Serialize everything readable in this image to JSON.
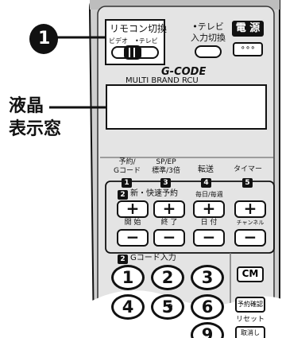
{
  "callout": {
    "number": "1",
    "lcd_label_line1": "液晶",
    "lcd_label_line2": "表示窓"
  },
  "remote": {
    "remocon_switch_label": "リモコン切換",
    "switch_left_label": "ビデオ",
    "switch_right_label": "•テレビ",
    "tv_input_label_line1": "•テレビ",
    "tv_input_label_line2": "入力切換",
    "power_label": "電 源",
    "small_button_dots": "∘∘∘",
    "brand_logo": "G-CODE",
    "brand_subtitle": "MULTI BRAND RCU",
    "func_labels": [
      {
        "line1": "予約/",
        "line2": "Gコード",
        "num": "1"
      },
      {
        "line1": "SP/EP",
        "line2": "標準/3倍",
        "num": "3"
      },
      {
        "line1": "転送",
        "line2": "",
        "num": "4"
      },
      {
        "line1": "タイマー",
        "line2": "",
        "num": "5"
      }
    ],
    "section_new_reserve": "新・快速予約",
    "section_new_reserve_num": "2",
    "section_daily": "毎日/毎週",
    "plus_symbol": "+",
    "minus_symbol": "−",
    "start_label": "開 始",
    "end_label": "終 了",
    "date_label": "日 付",
    "channel_label": "チャンネル",
    "gcode_input_label": "Gコード入力",
    "gcode_input_num": "2",
    "numpad": [
      "1",
      "2",
      "3",
      "4",
      "5",
      "6",
      "",
      "",
      "9"
    ],
    "cm_label": "CM",
    "reserve_confirm_label": "予約確認",
    "reset_label": "リセット",
    "cancel_label": "取消し"
  }
}
